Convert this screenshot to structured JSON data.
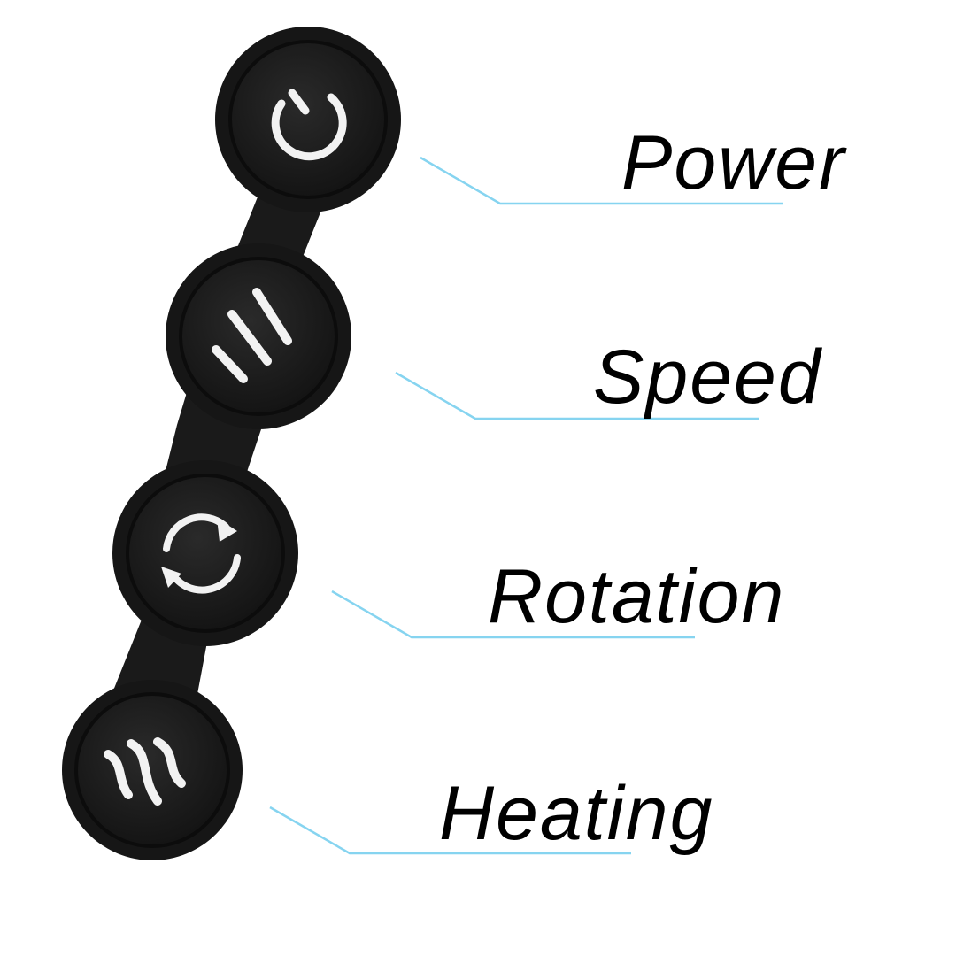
{
  "labels": {
    "power": "Power",
    "speed": "Speed",
    "rotation": "Rotation",
    "heating": "Heating"
  },
  "icons": [
    "power-icon",
    "speed-lines-icon",
    "rotation-arrows-icon",
    "heating-waves-icon"
  ],
  "colors": {
    "leader_line": "#86d4f0",
    "button_body": "#1c1c1c",
    "icon": "#f2f2f2",
    "text": "#000000"
  }
}
